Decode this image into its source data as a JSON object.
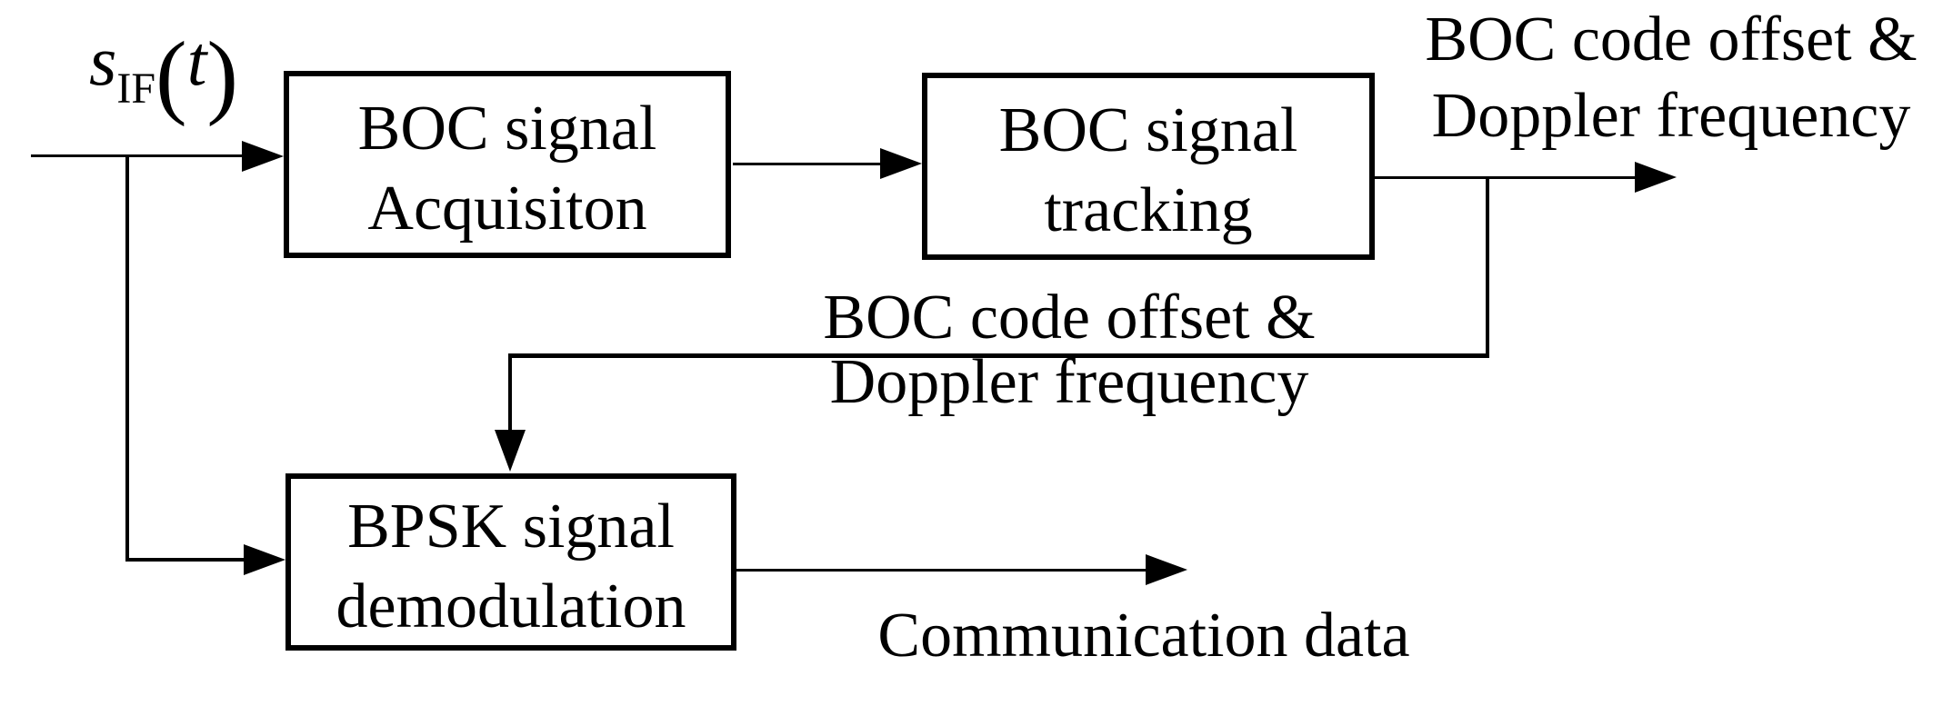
{
  "colors": {
    "ink": "#000000",
    "background": "#ffffff"
  },
  "signal_label": {
    "base": "s",
    "subscript": "IF",
    "open_paren": "(",
    "argument": "t",
    "close_paren": ")"
  },
  "blocks": {
    "acquisition": {
      "line1": "BOC signal",
      "line2": "Acquisiton"
    },
    "tracking": {
      "line1": "BOC signal",
      "line2": "tracking"
    },
    "demodulation": {
      "line1": "BPSK signal",
      "line2": "demodulation"
    }
  },
  "annotations": {
    "output_label": {
      "line1": "BOC code offset &",
      "line2": "Doppler frequency"
    },
    "feedback_label": {
      "line1": "BOC code offset &",
      "line2": "Doppler frequency"
    },
    "data_label": {
      "text": "Communication data"
    }
  }
}
